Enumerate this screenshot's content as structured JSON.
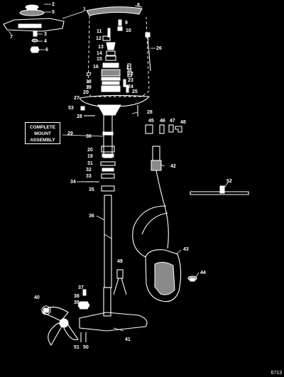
{
  "assembly_note": {
    "lines": [
      "COMPLETE",
      "MOUNT",
      "ASSEMBLY"
    ]
  },
  "drawing_number": "6713",
  "callouts": [
    {
      "id": "c1",
      "text": "1"
    },
    {
      "id": "c2",
      "text": "2"
    },
    {
      "id": "c3",
      "text": "3"
    },
    {
      "id": "c4",
      "text": "4"
    },
    {
      "id": "c5",
      "text": "5"
    },
    {
      "id": "c6",
      "text": "6"
    },
    {
      "id": "c7",
      "text": "7"
    },
    {
      "id": "c8",
      "text": "8"
    },
    {
      "id": "c9",
      "text": "9"
    },
    {
      "id": "c10",
      "text": "10"
    },
    {
      "id": "c11",
      "text": "11"
    },
    {
      "id": "c12",
      "text": "12"
    },
    {
      "id": "c13",
      "text": "13"
    },
    {
      "id": "c14",
      "text": "14"
    },
    {
      "id": "c15",
      "text": "15"
    },
    {
      "id": "c16",
      "text": "16"
    },
    {
      "id": "c17",
      "text": "17"
    },
    {
      "id": "c18",
      "text": "18"
    },
    {
      "id": "c19",
      "text": "19"
    },
    {
      "id": "c20",
      "text": "20"
    },
    {
      "id": "c21",
      "text": "21"
    },
    {
      "id": "c22",
      "text": "22"
    },
    {
      "id": "c23",
      "text": "23"
    },
    {
      "id": "c24",
      "text": "24"
    },
    {
      "id": "c25",
      "text": "25"
    },
    {
      "id": "c26",
      "text": "26"
    },
    {
      "id": "c27",
      "text": "27"
    },
    {
      "id": "c28a",
      "text": "28"
    },
    {
      "id": "c28b",
      "text": "28"
    },
    {
      "id": "c29",
      "text": "29"
    },
    {
      "id": "c30",
      "text": "30"
    },
    {
      "id": "c20b",
      "text": "20"
    },
    {
      "id": "c19b",
      "text": "19"
    },
    {
      "id": "c31",
      "text": "31"
    },
    {
      "id": "c32",
      "text": "32"
    },
    {
      "id": "c33",
      "text": "33"
    },
    {
      "id": "c34",
      "text": "34"
    },
    {
      "id": "c35",
      "text": "35"
    },
    {
      "id": "c36",
      "text": "36"
    },
    {
      "id": "c37",
      "text": "37"
    },
    {
      "id": "c38",
      "text": "38"
    },
    {
      "id": "c39",
      "text": "39"
    },
    {
      "id": "c40",
      "text": "40"
    },
    {
      "id": "c41",
      "text": "41"
    },
    {
      "id": "c42",
      "text": "42"
    },
    {
      "id": "c43",
      "text": "43"
    },
    {
      "id": "c44",
      "text": "44"
    },
    {
      "id": "c45",
      "text": "45"
    },
    {
      "id": "c46",
      "text": "46"
    },
    {
      "id": "c47",
      "text": "47"
    },
    {
      "id": "c48",
      "text": "48"
    },
    {
      "id": "c49",
      "text": "49"
    },
    {
      "id": "c50",
      "text": "50"
    },
    {
      "id": "c51",
      "text": "51"
    },
    {
      "id": "c52",
      "text": "52"
    },
    {
      "id": "c53",
      "text": "53"
    }
  ]
}
